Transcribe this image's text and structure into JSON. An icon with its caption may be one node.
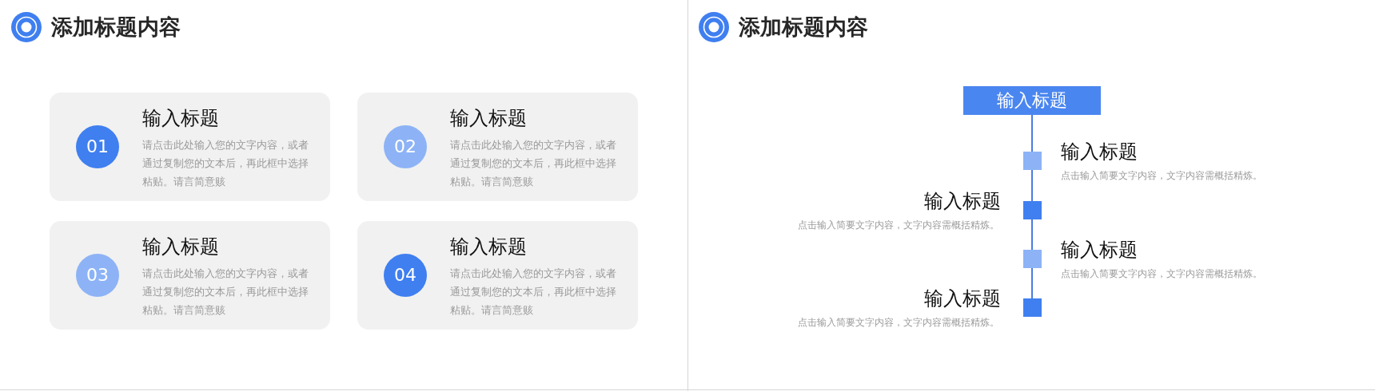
{
  "diagram": {
    "nodes": [
      {
        "text": [
          "输入标题",
          "请点击此处输入您的文字内容，或者通过复制您的文本后，再此框中选择粘贴。请言简意赅"
        ]
      },
      {
        "text": [
          "01"
        ],
        "in": 0
      },
      {
        "text": [
          "输入标题",
          "请点击此处输入您的文字内容，或者通过复制您的文本后，再此框中选择粘贴。请言简意赅"
        ]
      },
      {
        "text": [
          "02"
        ],
        "in": 2
      },
      {
        "text": [
          "输入标题",
          "请点击此处输入您的文字内容，或者通过复制您的文本后，再此框中选择粘贴。请言简意赅"
        ]
      },
      {
        "text": [
          "03"
        ],
        "in": 4
      },
      {
        "text": [
          "输入标题",
          "请点击此处输入您的文字内容，或者通过复制您的文本后，再此框中选择粘贴。请言简意赅"
        ]
      },
      {
        "text": [
          "04"
        ],
        "in": 6
      },
      {
        "text": [
          "输入标题"
        ]
      },
      {
        "text": [],
        "shape": "box",
        "beside": [
          "输入标题",
          "点击输入简要文字内容，文字内容需概括精炼。"
        ]
      },
      {
        "text": [],
        "shape": "box",
        "beside": [
          "输入标题",
          "点击输入简要文字内容，文字内容需概括精炼。"
        ]
      },
      {
        "text": [],
        "shape": "box",
        "beside": [
          "输入标题",
          "点击输入简要文字内容，文字内容需概括精炼。"
        ]
      },
      {
        "text": [],
        "shape": "box",
        "beside": [
          "输入标题",
          "点击输入简要文字内容，文字内容需概括精炼。"
        ]
      }
    ],
    "edges": [
      {
        "from": 8,
        "to": 9,
        "arrow": "none"
      },
      {
        "from": 9,
        "to": 10,
        "arrow": "none"
      },
      {
        "from": 10,
        "to": 11,
        "arrow": "none"
      },
      {
        "from": 11,
        "to": 12,
        "arrow": "none"
      }
    ],
    "labels": [
      "添加标题内容",
      "添加标题内容"
    ]
  }
}
